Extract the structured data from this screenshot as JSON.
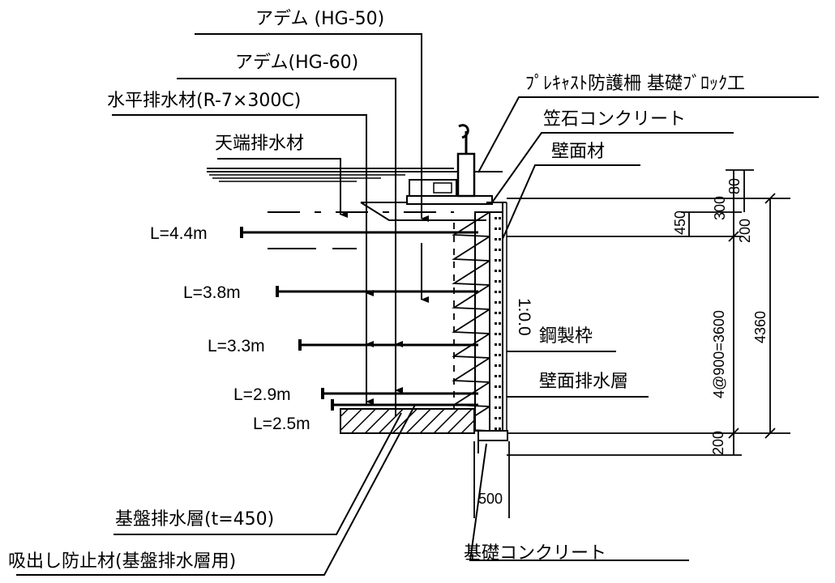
{
  "labels": {
    "adem_hg50": "アデム (HG-50)",
    "adem_hg60": "アデム(HG-60)",
    "horizontal_drain": "水平排水材(R-7×300C)",
    "crest_drain": "天端排水材",
    "precast_fence": "ﾌﾟﾚｷｬｽﾄ防護柵 基礎ﾌﾞﾛｯｸ工",
    "coping_concrete": "笠石コンクリート",
    "wall_material": "壁面材",
    "steel_frame": "鋼製枠",
    "wall_drain_layer": "壁面排水層",
    "base_drain_layer": "基盤排水層(t=450)",
    "suction_prevention": "吸出し防止材(基盤排水層用)",
    "foundation_concrete": "基礎コンクリート"
  },
  "lengths": {
    "l44": "L=4.4m",
    "l38": "L=3.8m",
    "l33": "L=3.3m",
    "l29": "L=2.9m",
    "l25": "L=2.5m"
  },
  "slope": "1:0.0",
  "dims": {
    "d80": "80",
    "d300": "300",
    "d200top": "200",
    "d450": "450",
    "spacing": "4@900=3600",
    "total": "4360",
    "d200bottom": "200",
    "d500": "500"
  }
}
